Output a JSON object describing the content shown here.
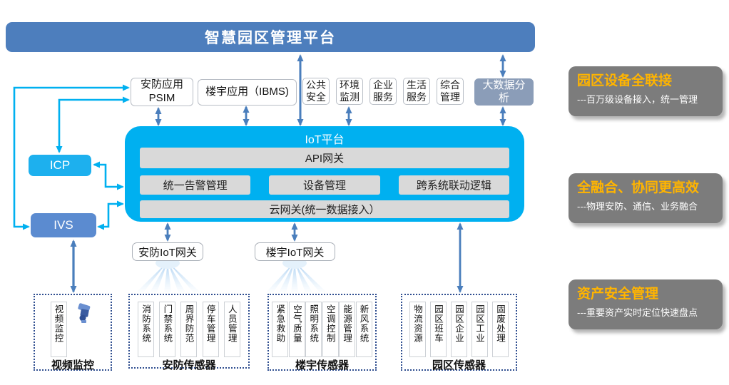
{
  "banner": {
    "title": "智慧园区管理平台"
  },
  "apps": {
    "psim_line1": "安防应用",
    "psim_line2": "PSIM",
    "ibms": "楼宇应用（IBMS)",
    "services": [
      "公共安全",
      "环境监测",
      "企业服务",
      "生活服务",
      "综合管理"
    ],
    "bigdata": "大数据分析"
  },
  "left_nodes": {
    "icp": "ICP",
    "ivs": "IVS"
  },
  "platform": {
    "title": "IoT平台",
    "api_gateway": "API网关",
    "modules": [
      "统一告警管理",
      "设备管理",
      "跨系统联动逻辑"
    ],
    "cloud_gateway": "云网关(统一数据接入）"
  },
  "gateways": {
    "security": "安防IoT网关",
    "building": "楼宇IoT网关"
  },
  "sensor_groups": [
    {
      "label": "视频监控",
      "items": [
        "视频监控"
      ]
    },
    {
      "label": "安防传感器",
      "items": [
        "消防系统",
        "门禁系统",
        "周界防范",
        "停车管理",
        "人员管理"
      ]
    },
    {
      "label": "楼宇传感器",
      "items": [
        "紧急救助",
        "空气质量",
        "照明系统",
        "空调控制",
        "能源管理",
        "新风系统"
      ]
    },
    {
      "label": "园区传感器",
      "items": [
        "物流资源",
        "园区班车",
        "园区企业",
        "园区工业",
        "固废处理"
      ]
    }
  ],
  "benefits": [
    {
      "title": "园区设备全联接",
      "subtitle": "---百万级设备接入，统一管理"
    },
    {
      "title": "全融合、协同更高效",
      "subtitle": "---物理安防、通信、业务融合"
    },
    {
      "title": "资产安全管理",
      "subtitle": "---重要资产实时定位快速盘点"
    }
  ],
  "colors": {
    "banner_blue": "#4d7ebd",
    "platform_cyan": "#00b0f0",
    "icp_cyan": "#1db0ee",
    "ivs_blue": "#5b8bd0",
    "bigdata_grayblue": "#8b9db8",
    "module_gray": "#d9d9d9",
    "benefit_gray": "#7c7c7c",
    "benefit_orange": "#ffb400",
    "arrow_steel": "#4a7ebc",
    "arrow_cyan": "#00b0f0",
    "dashed_navy": "#2e4d8f"
  }
}
